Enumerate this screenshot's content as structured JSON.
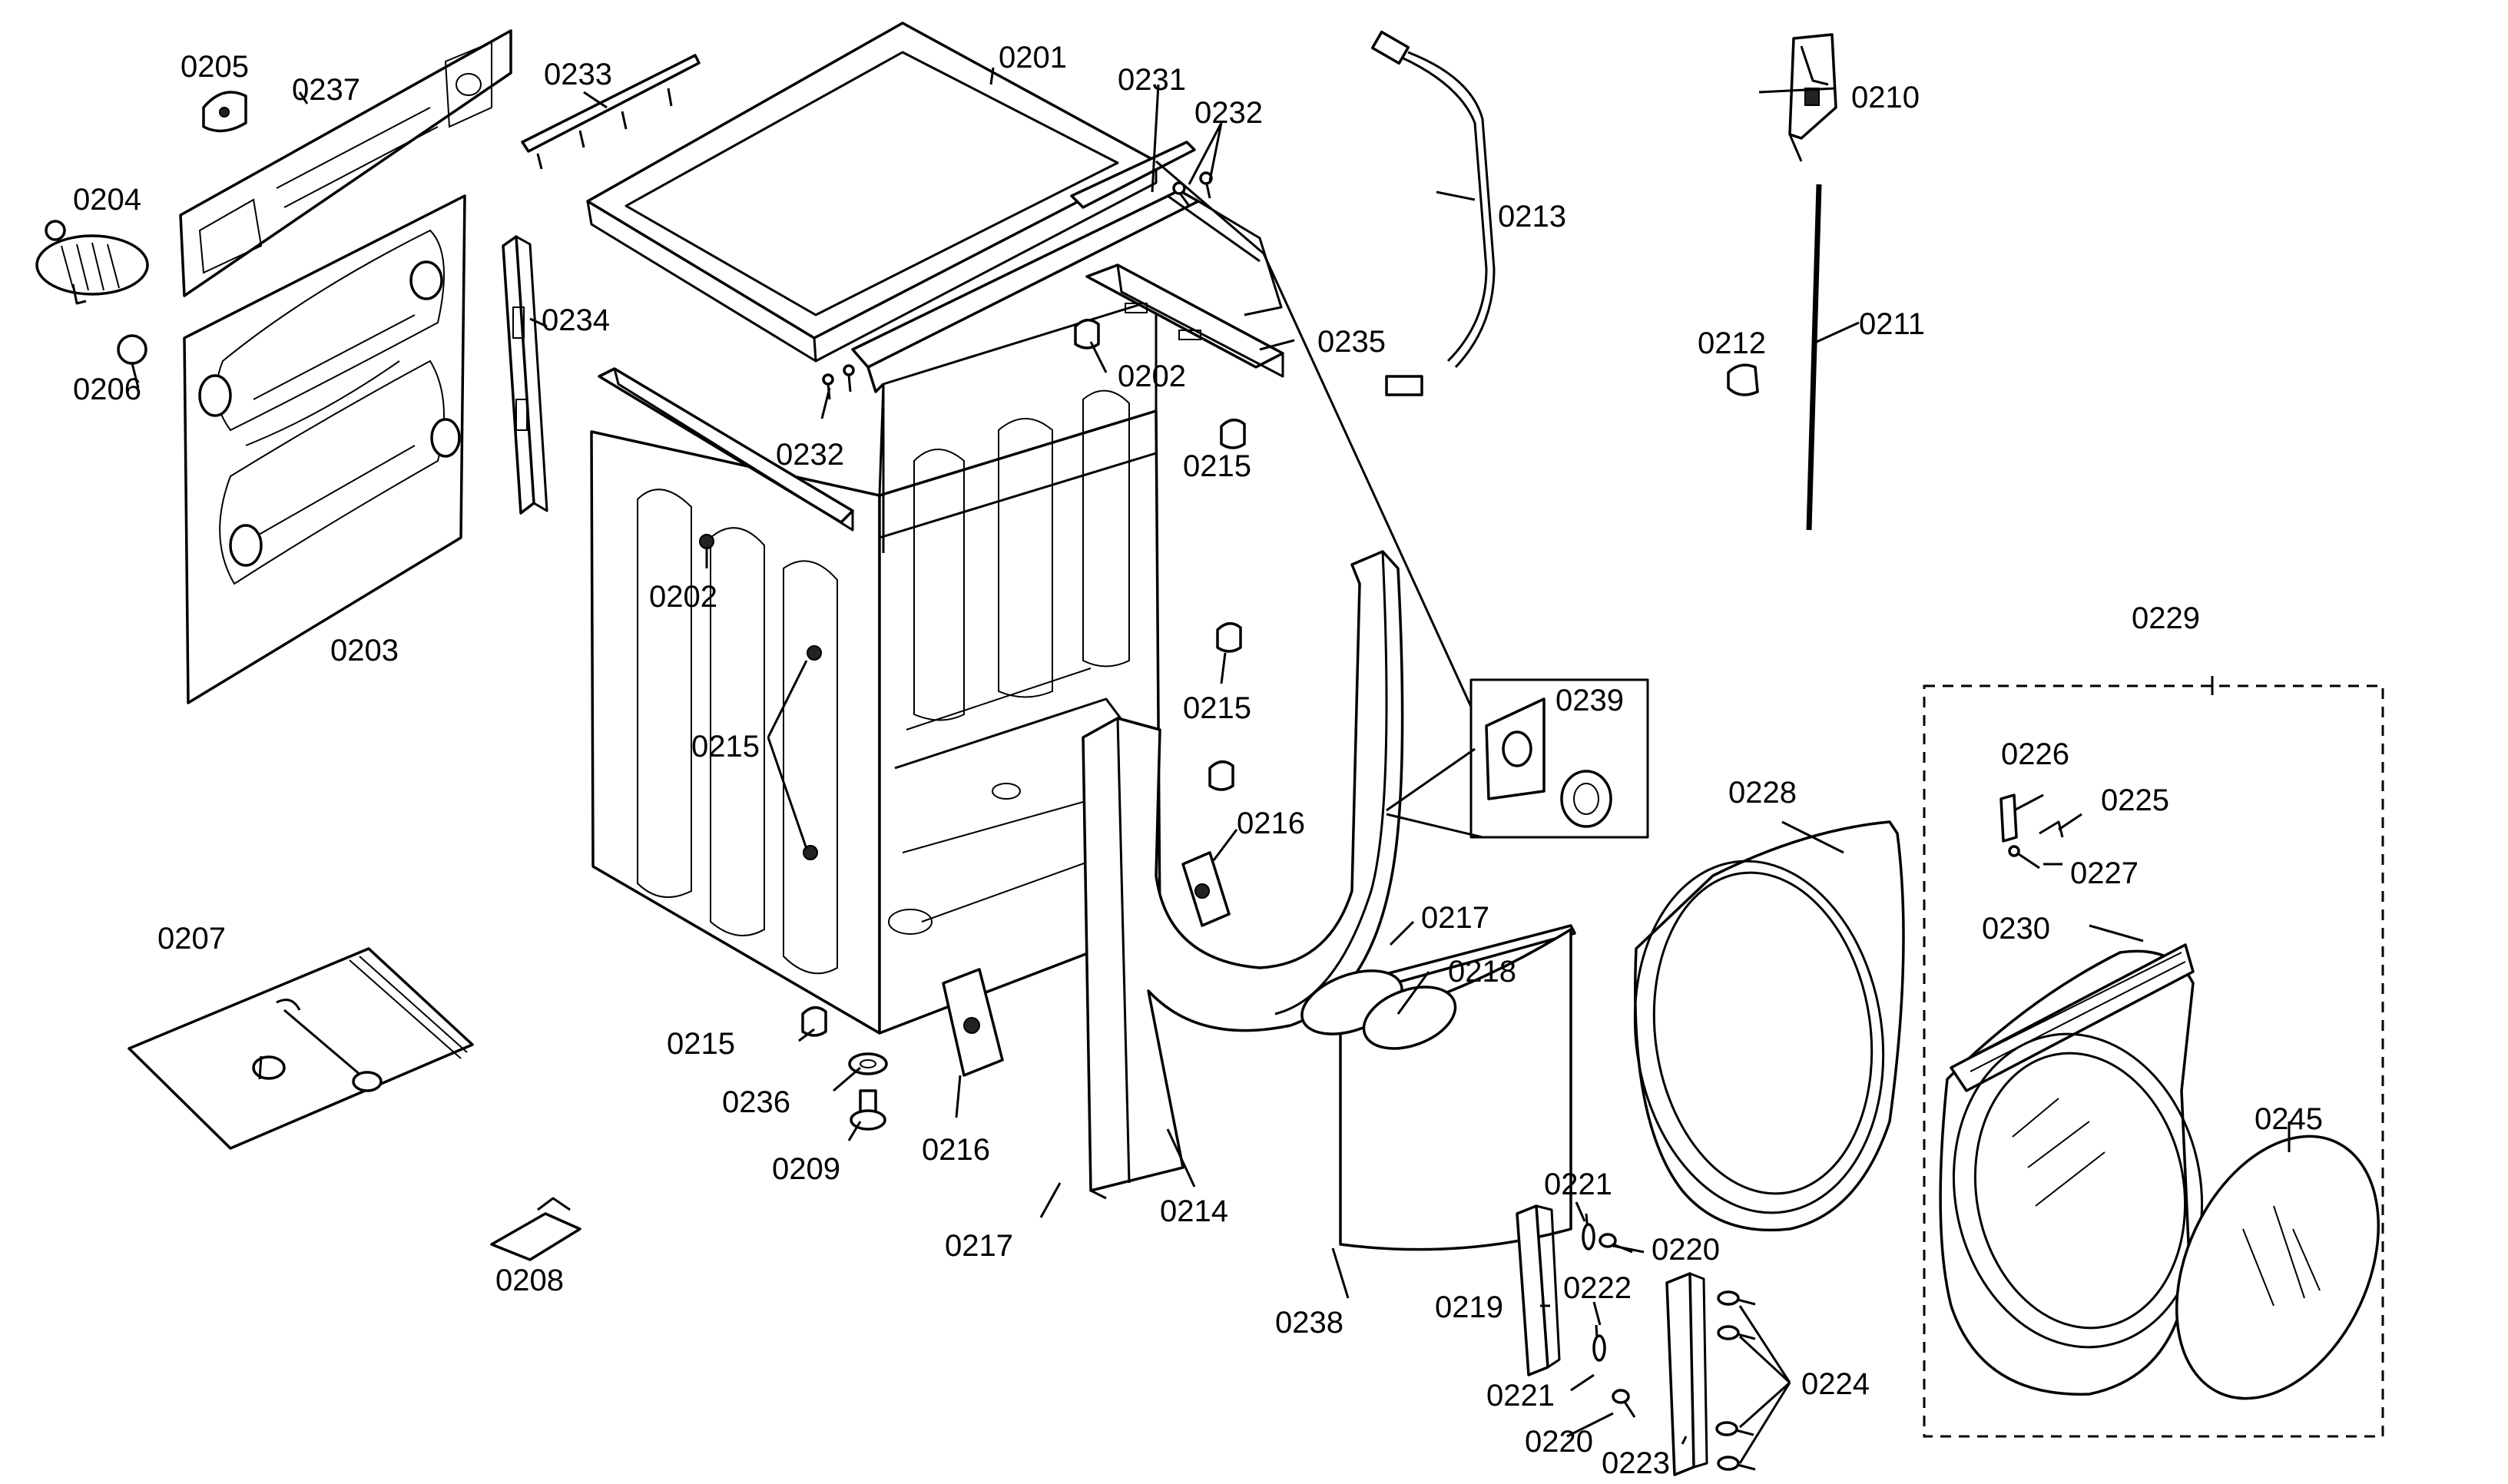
{
  "callouts": {
    "c0201": "0201",
    "c0202a": "0202",
    "c0202b": "0202",
    "c0203": "0203",
    "c0204": "0204",
    "c0205": "0205",
    "c0206": "0206",
    "c0207": "0207",
    "c0208": "0208",
    "c0209": "0209",
    "c0210": "0210",
    "c0211": "0211",
    "c0212": "0212",
    "c0213": "0213",
    "c0214": "0214",
    "c0215a": "0215",
    "c0215b": "0215",
    "c0215c": "0215",
    "c0215d": "0215",
    "c0216a": "0216",
    "c0216b": "0216",
    "c0217a": "0217",
    "c0217b": "0217",
    "c0218": "0218",
    "c0219": "0219",
    "c0220a": "0220",
    "c0220b": "0220",
    "c0221a": "0221",
    "c0221b": "0221",
    "c0222": "0222",
    "c0223": "0223",
    "c0224": "0224",
    "c0225": "0225",
    "c0226": "0226",
    "c0227": "0227",
    "c0228": "0228",
    "c0229": "0229",
    "c0230": "0230",
    "c0231": "0231",
    "c0232a": "0232",
    "c0232b": "0232",
    "c0233": "0233",
    "c0234": "0234",
    "c0235": "0235",
    "c0236": "0236",
    "c0237": "0237",
    "c0238": "0238",
    "c0239": "0239",
    "c0245": "0245"
  }
}
